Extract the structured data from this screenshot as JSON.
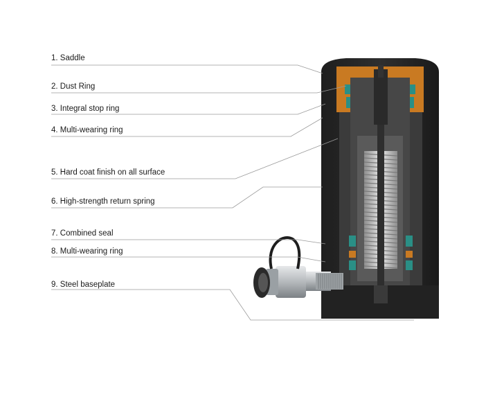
{
  "labels": [
    {
      "num": "1.",
      "text": "Saddle"
    },
    {
      "num": "2.",
      "text": "Dust Ring"
    },
    {
      "num": "3.",
      "text": "Integral stop ring"
    },
    {
      "num": "4.",
      "text": "Multi-wearing ring"
    },
    {
      "num": "5.",
      "text": "Hard coat finish on all surface"
    },
    {
      "num": "6.",
      "text": "High-strength return spring"
    },
    {
      "num": "7.",
      "text": "Combined seal"
    },
    {
      "num": "8.",
      "text": "Multi-wearing ring"
    },
    {
      "num": "9.",
      "text": "Steel baseplate"
    }
  ],
  "colors": {
    "body": "#2b2b2b",
    "body_dark": "#1c1c1c",
    "cavity": "#3a3a3a",
    "saddle_ring": "#c97a22",
    "seal": "#2a8f86",
    "spring": "#c8c8c8",
    "coupler": "#b9bcbf",
    "leader_line": "#9a9a9a"
  }
}
